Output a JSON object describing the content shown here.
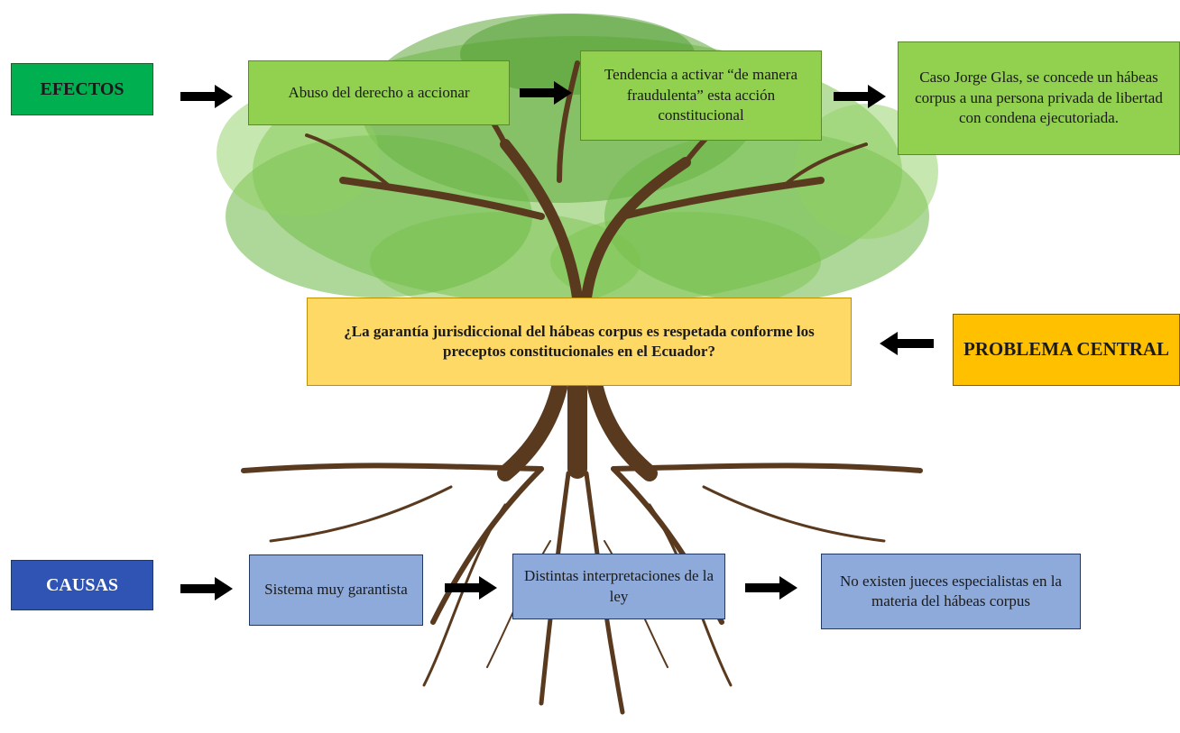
{
  "colors": {
    "effect_bg": "#92d050",
    "cause_bg": "#8eaadb",
    "problem_bg": "#ffd966",
    "efectos_label_bg": "#00b050",
    "causas_label_bg": "#2f54b4",
    "problema_label_bg": "#ffc000",
    "arrow": "#000000",
    "foliage": "#5fa83a",
    "trunk": "#5a3a1f"
  },
  "labels": {
    "efectos": "EFECTOS",
    "causas": "CAUSAS",
    "problema_central": "PROBLEMA CENTRAL"
  },
  "effects": [
    "Abuso del derecho a accionar",
    "Tendencia a activar “de manera fraudulenta” esta acción constitucional",
    "Caso Jorge Glas, se concede un hábeas corpus a una persona privada de libertad con condena ejecutoriada."
  ],
  "central_problem": "¿La garantía jurisdiccional del hábeas corpus es respetada conforme los preceptos constitucionales en el Ecuador?",
  "causes": [
    "Sistema muy garantista",
    "Distintas interpretaciones de la ley",
    "No existen jueces especialistas en la materia del hábeas corpus"
  ],
  "icons": {
    "tree": "tree-illustration",
    "arrow_right": "arrow-right-icon",
    "arrow_left": "arrow-left-icon"
  }
}
